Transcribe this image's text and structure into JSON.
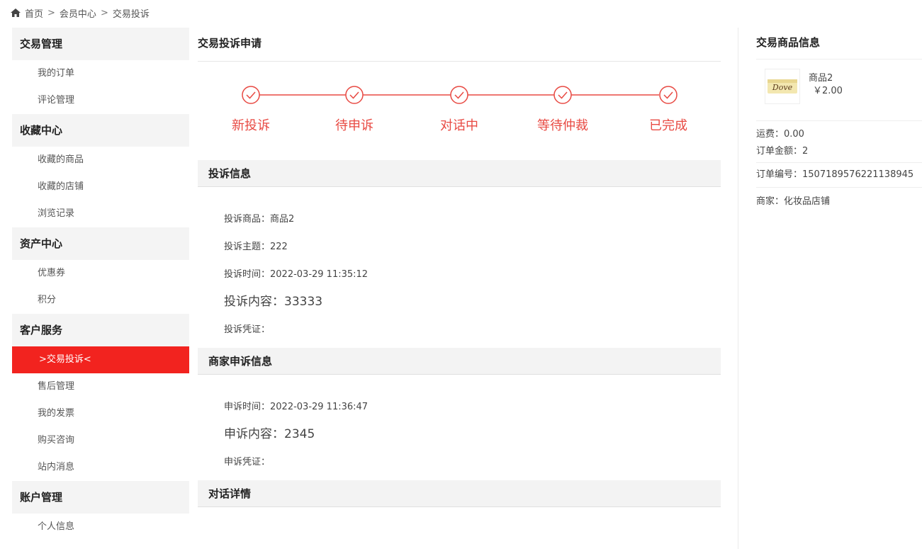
{
  "breadcrumb": {
    "home": "首页",
    "sep1": ">",
    "member": "会员中心",
    "sep2": ">",
    "current": "交易投诉"
  },
  "sidebar": {
    "groups": [
      {
        "title": "交易管理",
        "items": [
          "我的订单",
          "评论管理"
        ]
      },
      {
        "title": "收藏中心",
        "items": [
          "收藏的商品",
          "收藏的店铺",
          "浏览记录"
        ]
      },
      {
        "title": "资产中心",
        "items": [
          "优惠券",
          "积分"
        ]
      },
      {
        "title": "客户服务",
        "items": [
          ">交易投诉<",
          "售后管理",
          "我的发票",
          "购买咨询",
          "站内消息"
        ]
      },
      {
        "title": "账户管理",
        "items": [
          "个人信息"
        ]
      }
    ]
  },
  "main": {
    "title": "交易投诉申请",
    "steps": [
      "新投诉",
      "待申诉",
      "对话中",
      "等待仲裁",
      "已完成"
    ],
    "complaint": {
      "heading": "投诉信息",
      "product": "投诉商品：商品2",
      "subject": "投诉主题：222",
      "time": "投诉时间：2022-03-29 11:35:12",
      "content": "投诉内容：33333",
      "evidence": "投诉凭证："
    },
    "appeal": {
      "heading": "商家申诉信息",
      "time": "申诉时间：2022-03-29 11:36:47",
      "content": "申诉内容：2345",
      "evidence": "申诉凭证："
    },
    "dialog": {
      "heading": "对话详情"
    }
  },
  "right": {
    "title": "交易商品信息",
    "product_name": "商品2",
    "product_price": "￥2.00",
    "product_image_text": "Dove",
    "shipping": "运费：0.00",
    "order_amount": "订单金额：2",
    "order_no": "订单编号：1507189576221138945",
    "merchant": "商家：化妆品店铺"
  },
  "colors": {
    "accent": "#f2231f",
    "step": "#e84a43"
  }
}
